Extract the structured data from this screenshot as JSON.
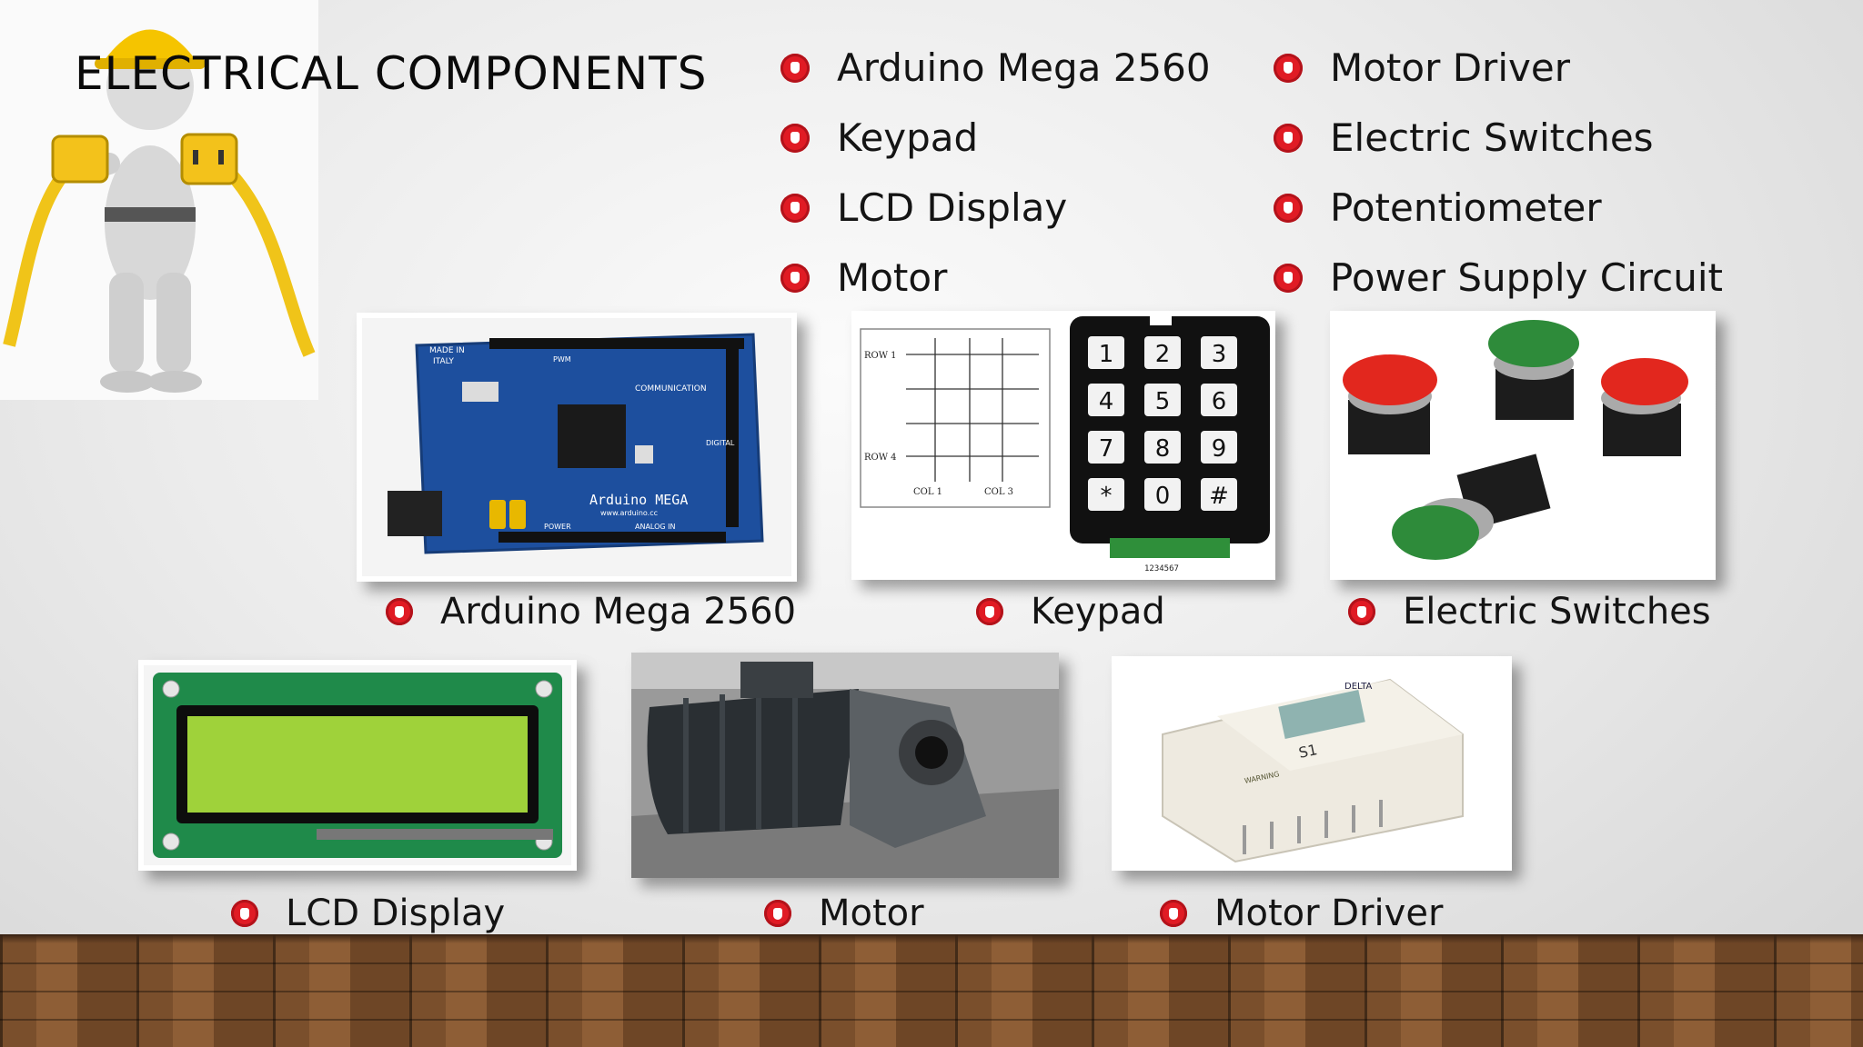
{
  "slide": {
    "title": "ELECTRICAL COMPONENTS",
    "list_col1": [
      "Arduino Mega 2560",
      "Keypad",
      "LCD Display",
      "Motor"
    ],
    "list_col2": [
      "Motor Driver",
      "Electric Switches",
      "Potentiometer",
      "Power Supply Circuit"
    ]
  },
  "captions": {
    "arduino": "Arduino Mega 2560",
    "keypad": "Keypad",
    "switches": "Electric Switches",
    "lcd": "LCD Display",
    "motor": "Motor",
    "driver": "Motor Driver"
  },
  "arduino_photo": {
    "board_label_1": "MADE IN",
    "board_label_2": "ITALY",
    "board_label_3": "COMMUNICATION",
    "board_label_4": "Arduino MEGA",
    "board_label_5": "www.arduino.cc",
    "board_label_6": "ANALOG IN",
    "board_label_7": "POWER",
    "board_label_8": "DIGITAL",
    "board_label_9": "PWM"
  },
  "keypad_photo": {
    "row_labels": [
      "ROW 1",
      "ROW 4"
    ],
    "col_labels": [
      "COL 1",
      "COL 3"
    ],
    "keys": [
      "1",
      "2",
      "3",
      "4",
      "5",
      "6",
      "7",
      "8",
      "9",
      "*",
      "0",
      "#"
    ],
    "pin_numbers": "1234567"
  },
  "driver_photo": {
    "model": "S1",
    "brand": "DELTA",
    "warning": "WARNING"
  },
  "colors": {
    "bullet": "#e01b24",
    "board_blue": "#1d4f9e",
    "lcd_green": "#9fd23a",
    "pcb_green": "#1f8a4a"
  }
}
